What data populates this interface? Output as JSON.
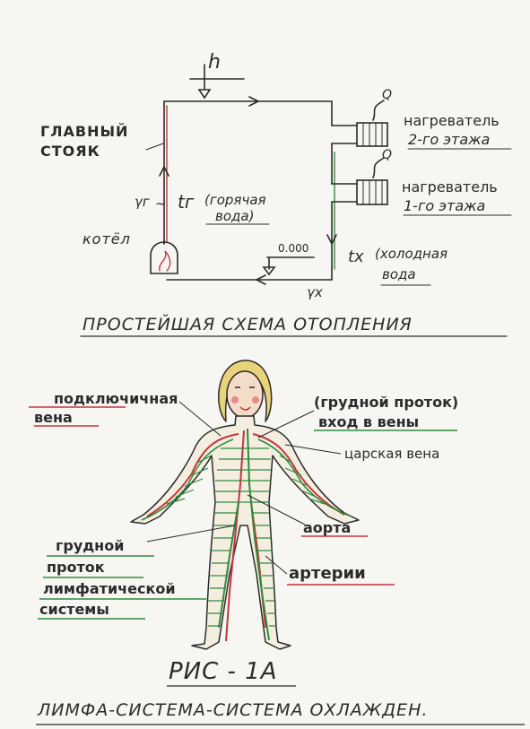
{
  "heating": {
    "h_label": "h",
    "q_top": "Q",
    "q_bottom": "Q",
    "main_riser_1": "ГЛАВНЫЙ",
    "main_riser_2": "СТОЯК",
    "heater2_1": "нагреватель",
    "heater2_2": "2-го этажа",
    "heater1_1": "нагреватель",
    "heater1_2": "1-го этажа",
    "gamma_g": "γг",
    "tilde": "~",
    "t_g": "tг",
    "hot_1": "(горячая",
    "hot_2": "вода)",
    "boiler": "котёл",
    "zero": "0.000",
    "t_x": "tх",
    "cold_1": "(холодная",
    "cold_2": "вода",
    "gamma_x": "γх",
    "title": "ПРОСТЕЙШАЯ СХЕМА ОТОПЛЕНИЯ"
  },
  "body": {
    "subclavian_1": "подключичная",
    "subclavian_2": "вена",
    "duct_1": "(грудной проток)",
    "duct_2": "вход в вены",
    "royal_vein": "царская вена",
    "aorta": "аорта",
    "lymph_1": "грудной",
    "lymph_2": "проток",
    "lymph_3": "лимфатической",
    "lymph_4": "системы",
    "arteries": "артерии",
    "fig": "РИС - 1А",
    "caption": "ЛИМФА-СИСТЕМА-СИСТЕМА ОХЛАЖДЕН."
  },
  "colors": {
    "ink": "#2b2b2b",
    "red": "#c8323a",
    "green": "#2e8b3a",
    "skin": "#f3dcc8",
    "hair": "#e8d27a"
  }
}
